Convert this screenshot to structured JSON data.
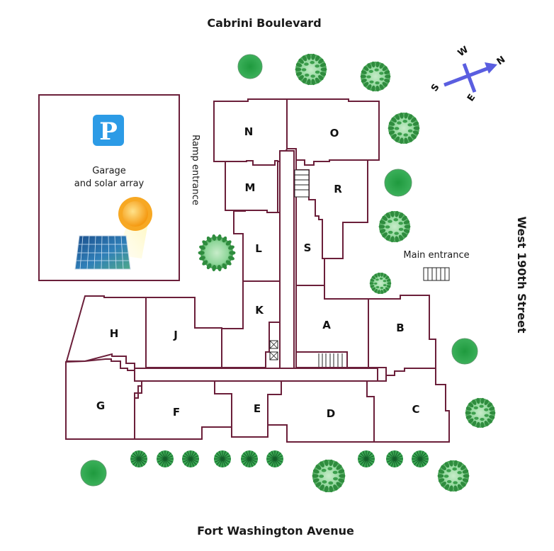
{
  "streets": {
    "north": "Cabrini Boulevard",
    "south": "Fort Washington Avenue",
    "east": "West 190th Street"
  },
  "compass": {
    "n": "N",
    "s": "S",
    "e": "E",
    "w": "W",
    "arrow_color": "#5a5ee0"
  },
  "garage": {
    "icon": "P",
    "icon_color": "#2c9be6",
    "line1": "Garage",
    "line2": "and solar array"
  },
  "labels": {
    "ramp": "Ramp entrance",
    "main_entrance": "Main entrance"
  },
  "units": [
    "N",
    "O",
    "M",
    "R",
    "L",
    "S",
    "K",
    "A",
    "B",
    "H",
    "J",
    "G",
    "F",
    "E",
    "D",
    "C"
  ],
  "colors": {
    "wall": "#6b1f3a",
    "tree_dark": "#2aa04a",
    "tree_light": "#9fdca8"
  }
}
